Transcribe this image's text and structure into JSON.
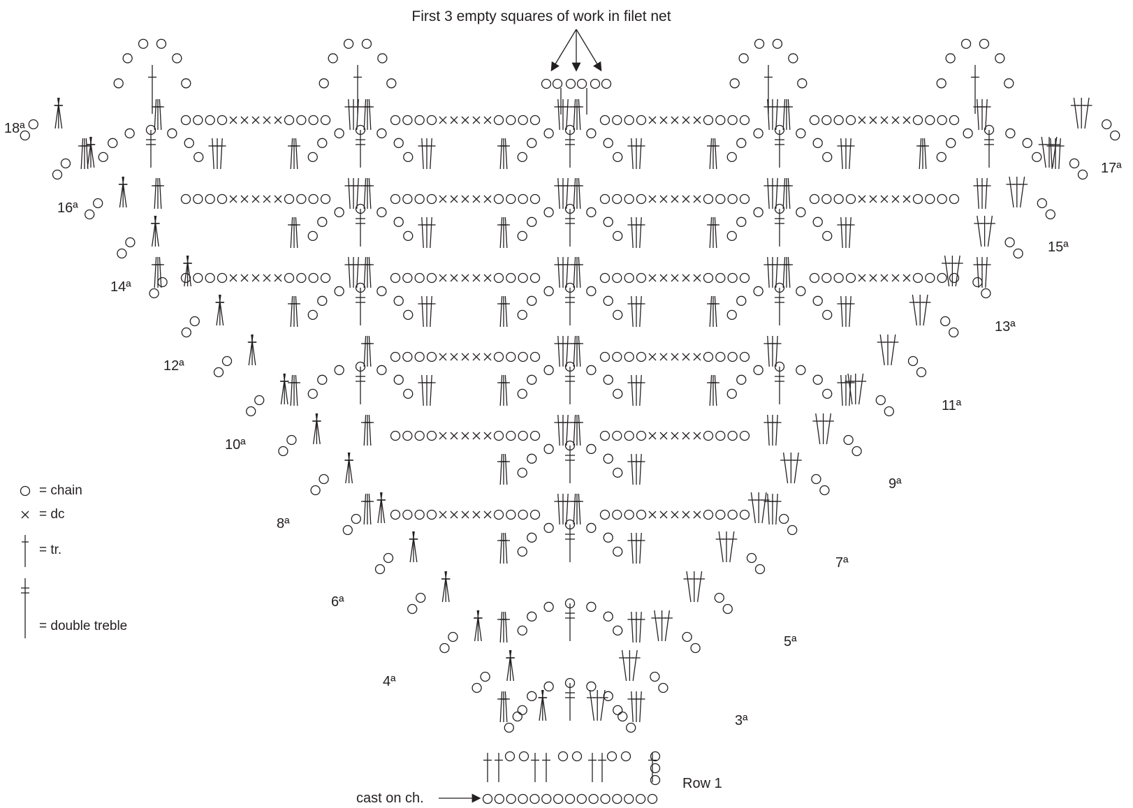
{
  "title": "First 3 empty squares of work in filet net",
  "rows": {
    "row_1": "Row 1",
    "row_3": "3ª",
    "row_4": "4ª",
    "row_5": "5ª",
    "row_6": "6ª",
    "row_7": "7ª",
    "row_8": "8ª",
    "row_9": "9ª",
    "row_10": "10ª",
    "row_11": "11ª",
    "row_12": "12ª",
    "row_13": "13ª",
    "row_14": "14ª",
    "row_15": "15ª",
    "row_16": "16ª",
    "row_17": "17ª",
    "row_18": "18ª"
  },
  "cast_on": "cast on ch.",
  "legend": {
    "chain": "= chain",
    "dc": "= dc",
    "tr": "= tr.",
    "double_treble": "= double treble"
  },
  "colors": {
    "ink": "#231f20",
    "paper": "#ffffff"
  }
}
